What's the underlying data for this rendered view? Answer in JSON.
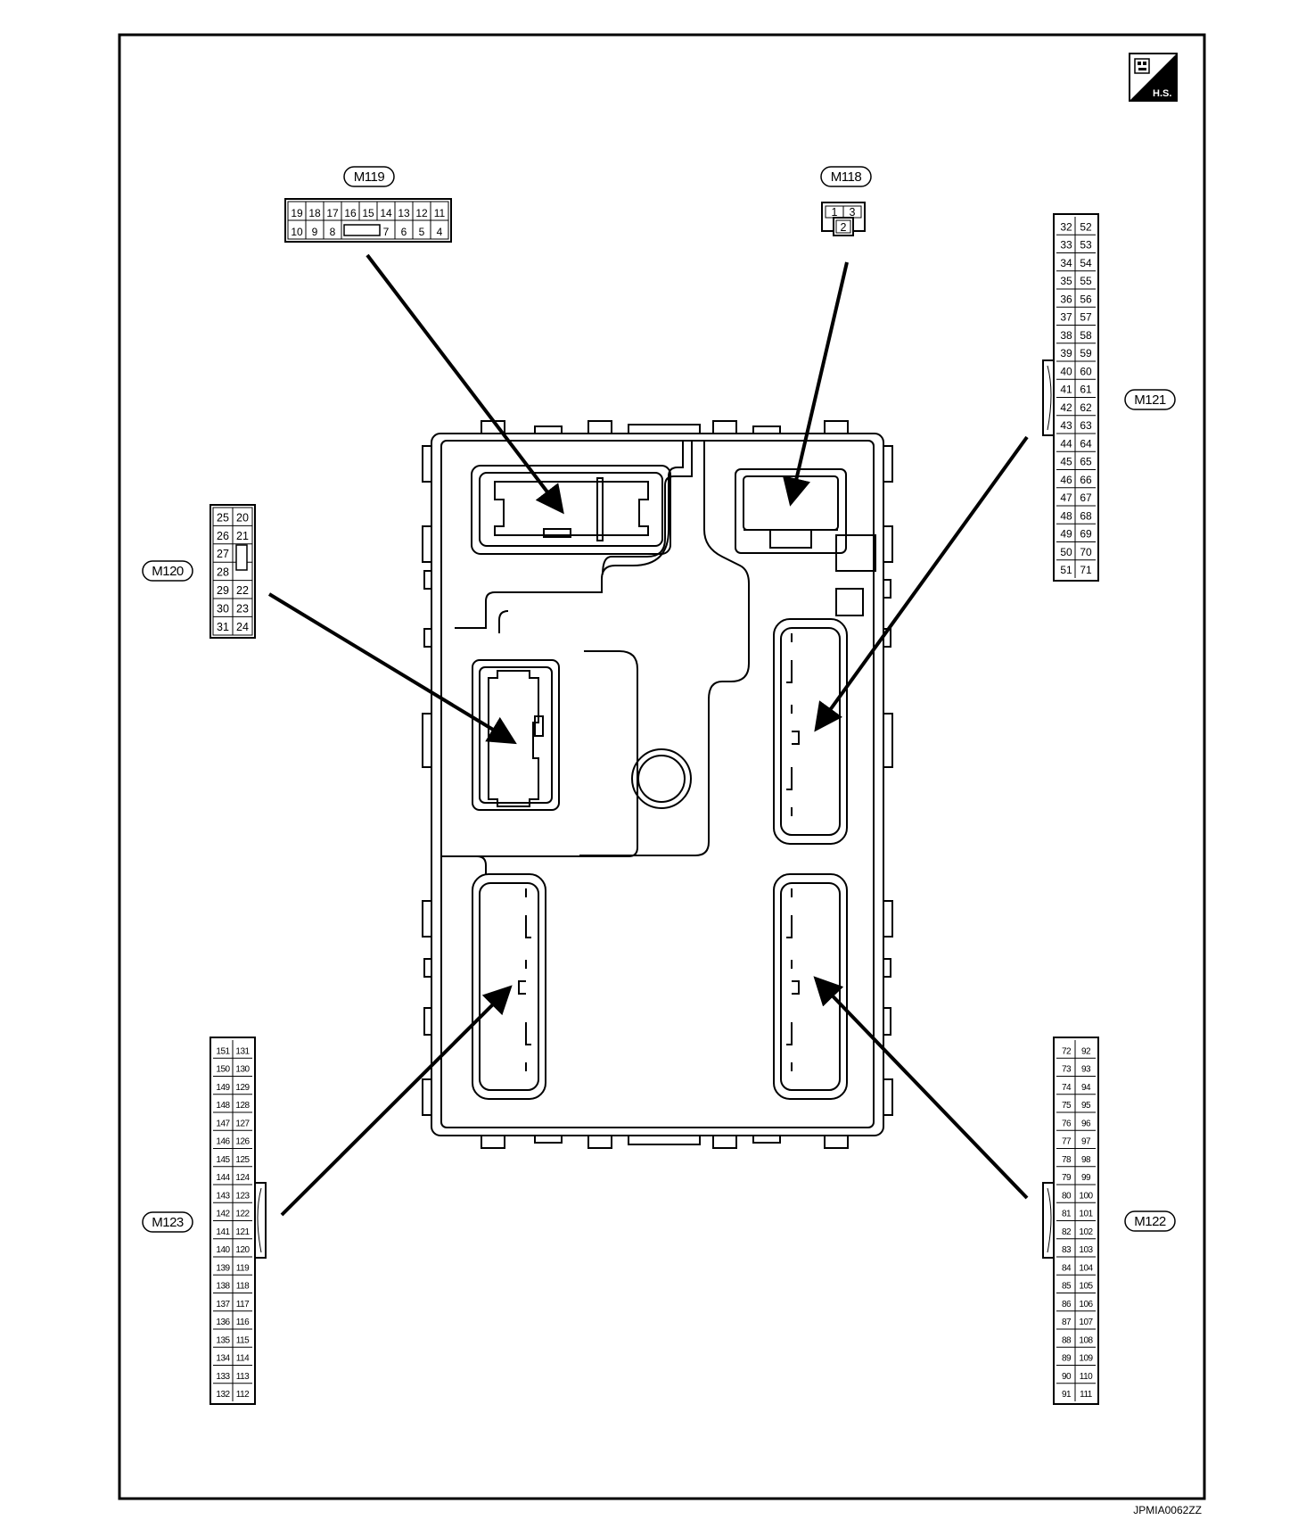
{
  "badge": {
    "text": "H.S."
  },
  "figure_code": "JPMIA0062ZZ",
  "connectors": {
    "m119": {
      "label": "M119",
      "row1": [
        "19",
        "18",
        "17",
        "16",
        "15",
        "14",
        "13",
        "12",
        "11"
      ],
      "row2": [
        "10",
        "9",
        "8",
        "",
        "7",
        "6",
        "5",
        "4"
      ]
    },
    "m118": {
      "label": "M118",
      "row1": [
        "1",
        "3"
      ],
      "row2": [
        "2"
      ]
    },
    "m120": {
      "label": "M120",
      "left": [
        "25",
        "26",
        "27",
        "28",
        "29",
        "30",
        "31"
      ],
      "right": [
        "20",
        "21",
        "",
        "",
        "22",
        "23",
        "24"
      ]
    },
    "m121": {
      "label": "M121",
      "left": [
        "32",
        "33",
        "34",
        "35",
        "36",
        "37",
        "38",
        "39",
        "40",
        "41",
        "42",
        "43",
        "44",
        "45",
        "46",
        "47",
        "48",
        "49",
        "50",
        "51"
      ],
      "right": [
        "52",
        "53",
        "54",
        "55",
        "56",
        "57",
        "58",
        "59",
        "60",
        "61",
        "62",
        "63",
        "64",
        "65",
        "66",
        "67",
        "68",
        "69",
        "70",
        "71"
      ]
    },
    "m122": {
      "label": "M122",
      "left": [
        "72",
        "73",
        "74",
        "75",
        "76",
        "77",
        "78",
        "79",
        "80",
        "81",
        "82",
        "83",
        "84",
        "85",
        "86",
        "87",
        "88",
        "89",
        "90",
        "91"
      ],
      "right": [
        "92",
        "93",
        "94",
        "95",
        "96",
        "97",
        "98",
        "99",
        "100",
        "101",
        "102",
        "103",
        "104",
        "105",
        "106",
        "107",
        "108",
        "109",
        "110",
        "111"
      ]
    },
    "m123": {
      "label": "M123",
      "left": [
        "151",
        "150",
        "149",
        "148",
        "147",
        "146",
        "145",
        "144",
        "143",
        "142",
        "141",
        "140",
        "139",
        "138",
        "137",
        "136",
        "135",
        "134",
        "133",
        "132"
      ],
      "right": [
        "131",
        "130",
        "129",
        "128",
        "127",
        "126",
        "125",
        "124",
        "123",
        "122",
        "121",
        "120",
        "119",
        "118",
        "117",
        "116",
        "115",
        "114",
        "113",
        "112"
      ]
    }
  }
}
